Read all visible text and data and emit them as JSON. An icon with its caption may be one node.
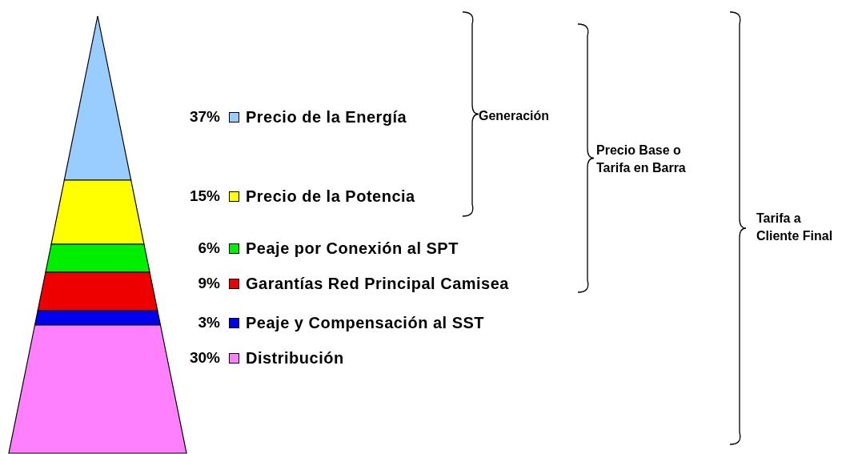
{
  "diagram": {
    "labels": [
      "37%",
      "15%",
      "6%",
      "9%",
      "3%",
      "30%",
      "Generación",
      "Precio Base o Tarifa en Barra",
      "Tarifa a Cliente Final"
    ],
    "legend": [
      {
        "text": "Precio de la Energía",
        "color": "#99ccff"
      },
      {
        "text": "Precio de la Potencia",
        "color": "#ffff00"
      },
      {
        "text": "Peaje por Conexión al SPT",
        "color": "#00ee00"
      },
      {
        "text": "Garantías Red Principal Camisea",
        "color": "#ee0000"
      },
      {
        "text": "Peaje y Compensación al SST",
        "color": "#0000ee"
      },
      {
        "text": "Distribución",
        "color": "#ff80ff"
      }
    ]
  }
}
